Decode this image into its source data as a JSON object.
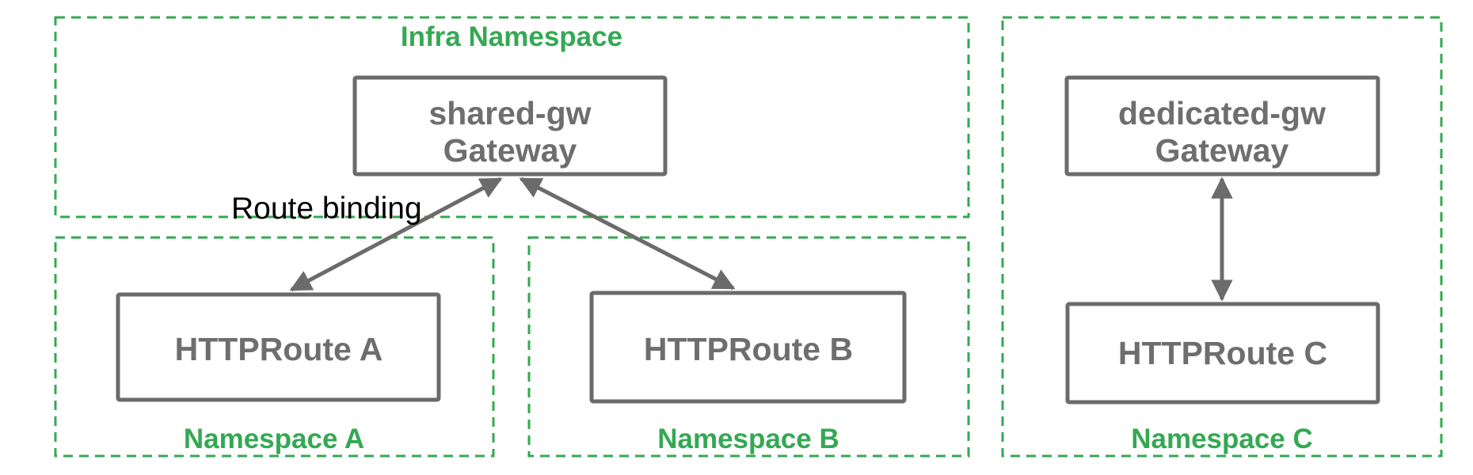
{
  "diagram": {
    "containers": {
      "infra": {
        "label": "Infra Namespace"
      },
      "ns_a": {
        "label": "Namespace A"
      },
      "ns_b": {
        "label": "Namespace B"
      },
      "ns_c": {
        "label": "Namespace C"
      }
    },
    "nodes": {
      "shared_gw": {
        "line1": "shared-gw",
        "line2": "Gateway"
      },
      "dedicated_gw": {
        "line1": "dedicated-gw",
        "line2": "Gateway"
      },
      "route_a": {
        "label": "HTTPRoute A"
      },
      "route_b": {
        "label": "HTTPRoute B"
      },
      "route_c": {
        "label": "HTTPRoute C"
      }
    },
    "annotations": {
      "route_binding": "Route binding"
    },
    "colors": {
      "namespace_green": "#34a853",
      "node_gray_border": "#6b6b6b",
      "node_gray_text": "#6e6e6e",
      "annotation_black": "#000000",
      "background": "#ffffff"
    }
  }
}
